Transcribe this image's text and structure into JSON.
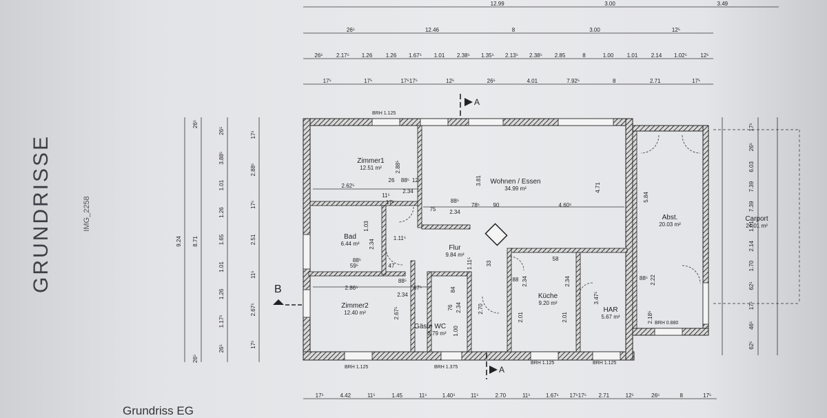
{
  "sheet": {
    "title": "GRUNDRISSE",
    "image_id": "IMG_2258",
    "bottom_title": "Grundriss EG"
  },
  "rooms": [
    {
      "key": "zimmer1",
      "name": "Zimmer1",
      "area": "12.51 m²"
    },
    {
      "key": "wohnen",
      "name": "Wohnen / Essen",
      "area": "34.99 m²"
    },
    {
      "key": "bad",
      "name": "Bad",
      "area": "6.44 m²"
    },
    {
      "key": "flur",
      "name": "Flur",
      "area": "9.84 m²"
    },
    {
      "key": "zimmer2",
      "name": "Zimmer2",
      "area": "12.40 m²"
    },
    {
      "key": "gaeste",
      "name": "Gäste WC",
      "area": "3.79 m²"
    },
    {
      "key": "kueche",
      "name": "Küche",
      "area": "9.20 m²"
    },
    {
      "key": "har",
      "name": "HAR",
      "area": "5.67 m²"
    },
    {
      "key": "abst",
      "name": "Abst.",
      "area": "20.03 m²"
    },
    {
      "key": "carport",
      "name": "Carport",
      "area": "24.01 m²"
    }
  ],
  "section_marks": {
    "a": "A",
    "b": "B"
  },
  "brh_labels": [
    "BRH 1.125",
    "BRH 1.125",
    "BRH 1.375",
    "BRH 1.125",
    "BRH 1.125",
    "BRH 0.880"
  ],
  "dimension_rows": {
    "top1": [
      "12.99",
      "3.00",
      "3.49"
    ],
    "top2": [
      "26⁵",
      "12.46",
      "8",
      "3.00",
      "12⁵"
    ],
    "top3": [
      "26⁵",
      "2.17⁵",
      "1.26",
      "1.26",
      "1.67⁵",
      "1.01",
      "2.38⁵",
      "1.35⁵",
      "2.13⁵",
      "2.38⁵",
      "2.85",
      "8",
      "1.00",
      "1.01",
      "2.14",
      "1.02⁵",
      "12⁵"
    ],
    "top4": [
      "17⁵",
      "17⁵",
      "17⁵17⁵",
      "12⁵",
      "26⁵",
      "4.01",
      "7.92⁵",
      "8",
      "2.71",
      "17⁵"
    ],
    "bottom": [
      "17⁵",
      "4.42",
      "11⁵",
      "1.45",
      "11⁵",
      "1.40⁵",
      "11⁵",
      "2.70",
      "11⁵",
      "1.67¹",
      "17⁵17⁵",
      "2.71",
      "12⁵",
      "26⁵",
      "8",
      "17⁵"
    ]
  },
  "left_dims": {
    "overall": [
      "9.24",
      "8.71",
      "26⁵",
      "26⁵"
    ],
    "col3": [
      "26⁵",
      "3.88⁵",
      "1.01",
      "1.26",
      "1.65",
      "1.01",
      "1.26",
      "1.17⁵",
      "26⁵"
    ],
    "col4": [
      "17⁵",
      "2.88⁵",
      "17⁵",
      "2.51",
      "11⁵",
      "2.67⁵",
      "17⁵"
    ]
  },
  "interior_dims": [
    "2.62⁵",
    "26",
    "88⁵",
    "12⁵",
    "2.34",
    "11⁵",
    "17⁵",
    "2.88⁵",
    "75",
    "88⁵",
    "2.34",
    "78⁵",
    "90",
    "4.60⁵",
    "3.81",
    "4.71",
    "1.03",
    "2.34",
    "88⁵",
    "59⁵",
    "1.11⁵",
    "47",
    "2.86⁵",
    "88⁵",
    "67⁵",
    "2.34",
    "2.67⁵",
    "84",
    "76",
    "2.34",
    "1.00",
    "2.70",
    "33",
    "1.11⁵",
    "88",
    "2.34",
    "58",
    "2.34",
    "2.01",
    "2.01",
    "3.47⁵",
    "5.84",
    "2.22",
    "88⁵",
    "2.18⁵"
  ],
  "right_dims": [
    "17⁵",
    "26⁵",
    "6.03",
    "7.39",
    "7.39",
    "1.01",
    "2.14",
    "1.70",
    "62⁵",
    "17⁵",
    "46⁵",
    "62⁵"
  ]
}
